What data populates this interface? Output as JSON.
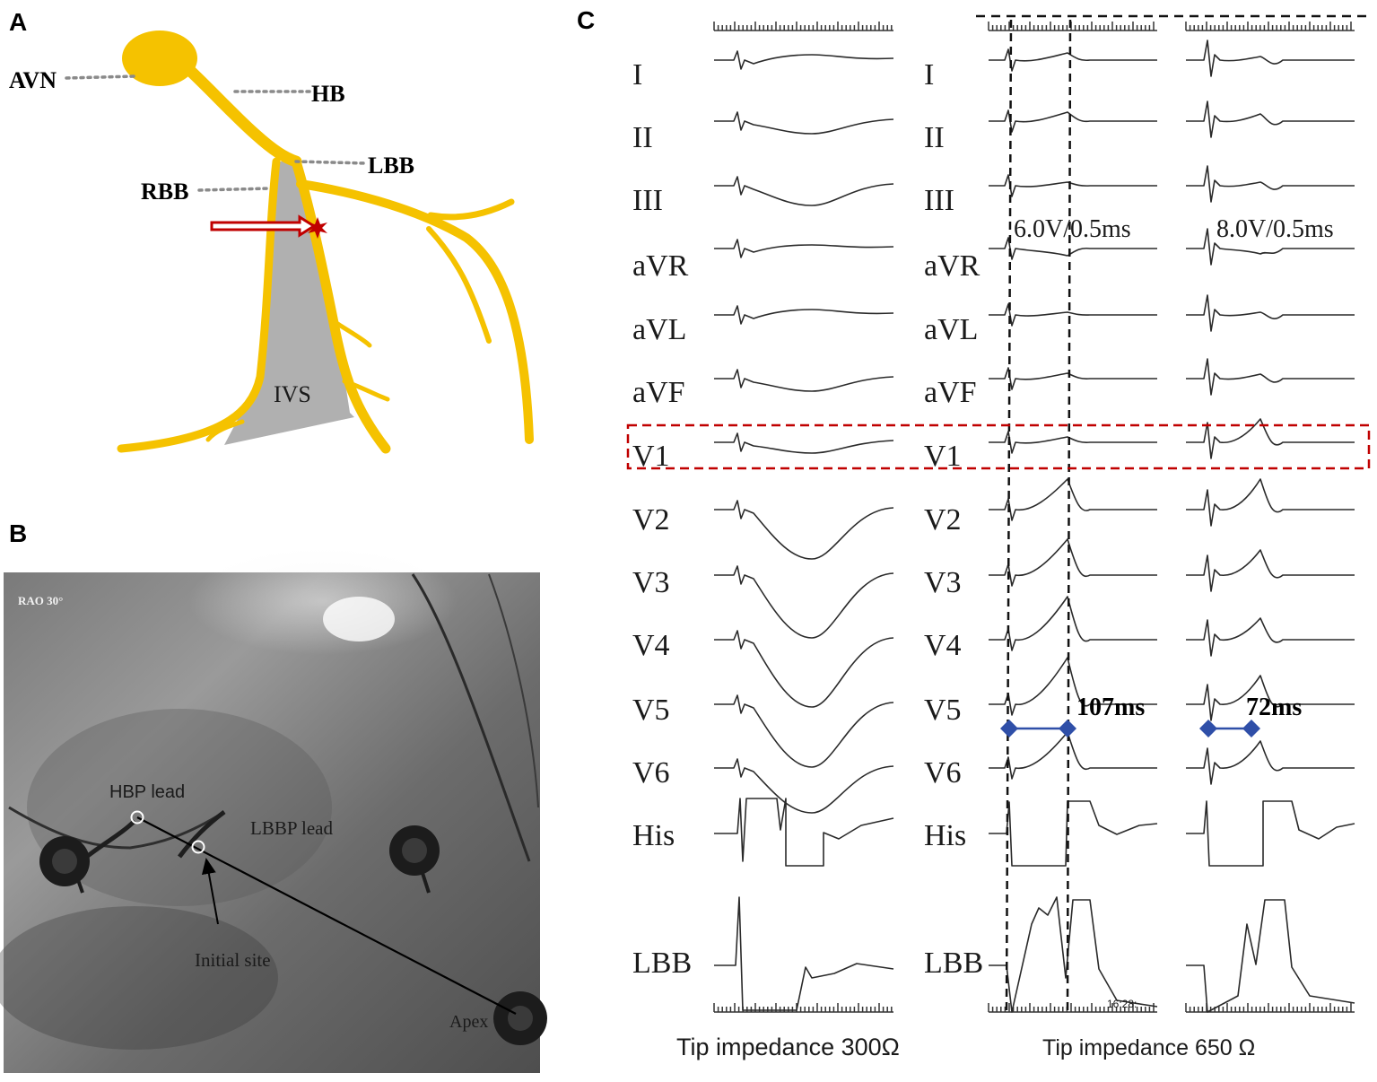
{
  "panels": {
    "a": {
      "letter": "A",
      "labels": {
        "avn": "AVN",
        "hb": "HB",
        "lbb": "LBB",
        "rbb": "RBB",
        "ivs": "IVS"
      },
      "colors": {
        "conduction": "#f5c200",
        "septum": "#b0b0b0",
        "arrow": "#c00000",
        "leader": "#8a8a8a"
      }
    },
    "b": {
      "letter": "B",
      "view": "RAO 30°",
      "labels": {
        "hbp_lead": "HBP lead",
        "lbbp_lead": "LBBP lead",
        "initial_site": "Initial site",
        "apex": "Apex"
      }
    },
    "c": {
      "letter": "C",
      "leads": [
        "I",
        "II",
        "III",
        "aVR",
        "aVL",
        "aVF",
        "V1",
        "V2",
        "V3",
        "V4",
        "V5",
        "V6",
        "His",
        "LBB"
      ],
      "output_mid": "6.0V/0.5ms",
      "output_right": "8.0V/0.5ms",
      "interval_mid": "107ms",
      "interval_right": "72ms",
      "footer_left": "Tip impedance 300Ω",
      "footer_right": "Tip impedance 650 Ω",
      "timestamp": "16:28:",
      "colors": {
        "highlight_box": "#c00000",
        "interval_arrow": "#2f4fa8"
      }
    }
  }
}
